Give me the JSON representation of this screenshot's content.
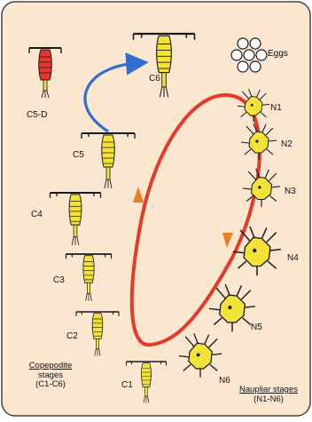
{
  "labels": {
    "c5d": "C5-D",
    "c6": "C6",
    "c5": "C5",
    "c4": "C4",
    "c3": "C3",
    "c2": "C2",
    "c1": "C1",
    "eggs": "Eggs",
    "n1": "N1",
    "n2": "N2",
    "n3": "N3",
    "n4": "N4",
    "n5": "N5",
    "n6": "N6"
  },
  "captions": {
    "copepodite_title": "Copepodite",
    "copepodite_line2": "stages",
    "copepodite_line3": "(C1-C6)",
    "naupliar_title": "Naupliar stages",
    "naupliar_line2": "(N1-N6)"
  },
  "colors": {
    "background": "#fbe6d0",
    "body_yellow": "#f3e338",
    "molting_red": "#e8352d",
    "cycle_arrow": "#e43a28",
    "transition_arrow": "#2f6fd0",
    "outline": "#1a1a1a"
  }
}
